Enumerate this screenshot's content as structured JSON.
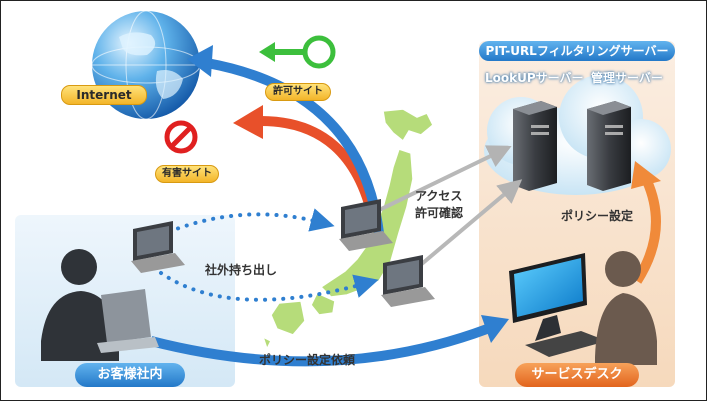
{
  "title_pill": "PIT-URLフィルタリングサーバー",
  "lookup_server": "LookUPサーバー",
  "management_server": "管理サーバー",
  "internet": "Internet",
  "allowed_site": "許可サイト",
  "harmful_site": "有害サイト",
  "access_check": [
    "アクセス",
    "許可確認"
  ],
  "take_out": "社外持ち出し",
  "policy_setting": "ポリシー設定",
  "policy_request": "ポリシー設定依頼",
  "customer_office": "お客様社内",
  "service_desk": "サービスデスク",
  "colors": {
    "blue_arrow": "#2f7fd0",
    "red_arrow": "#e8502a",
    "orange_arrow": "#f08a3a",
    "green_icon": "#3cbf3c",
    "prohibit_icon": "#e02020",
    "japan_map": "#b6dc7a"
  },
  "icons": [
    "globe-icon",
    "allowed-site-icon",
    "prohibited-icon",
    "server-icon",
    "laptop-icon",
    "person-icon",
    "monitor-icon",
    "japan-map-icon"
  ]
}
